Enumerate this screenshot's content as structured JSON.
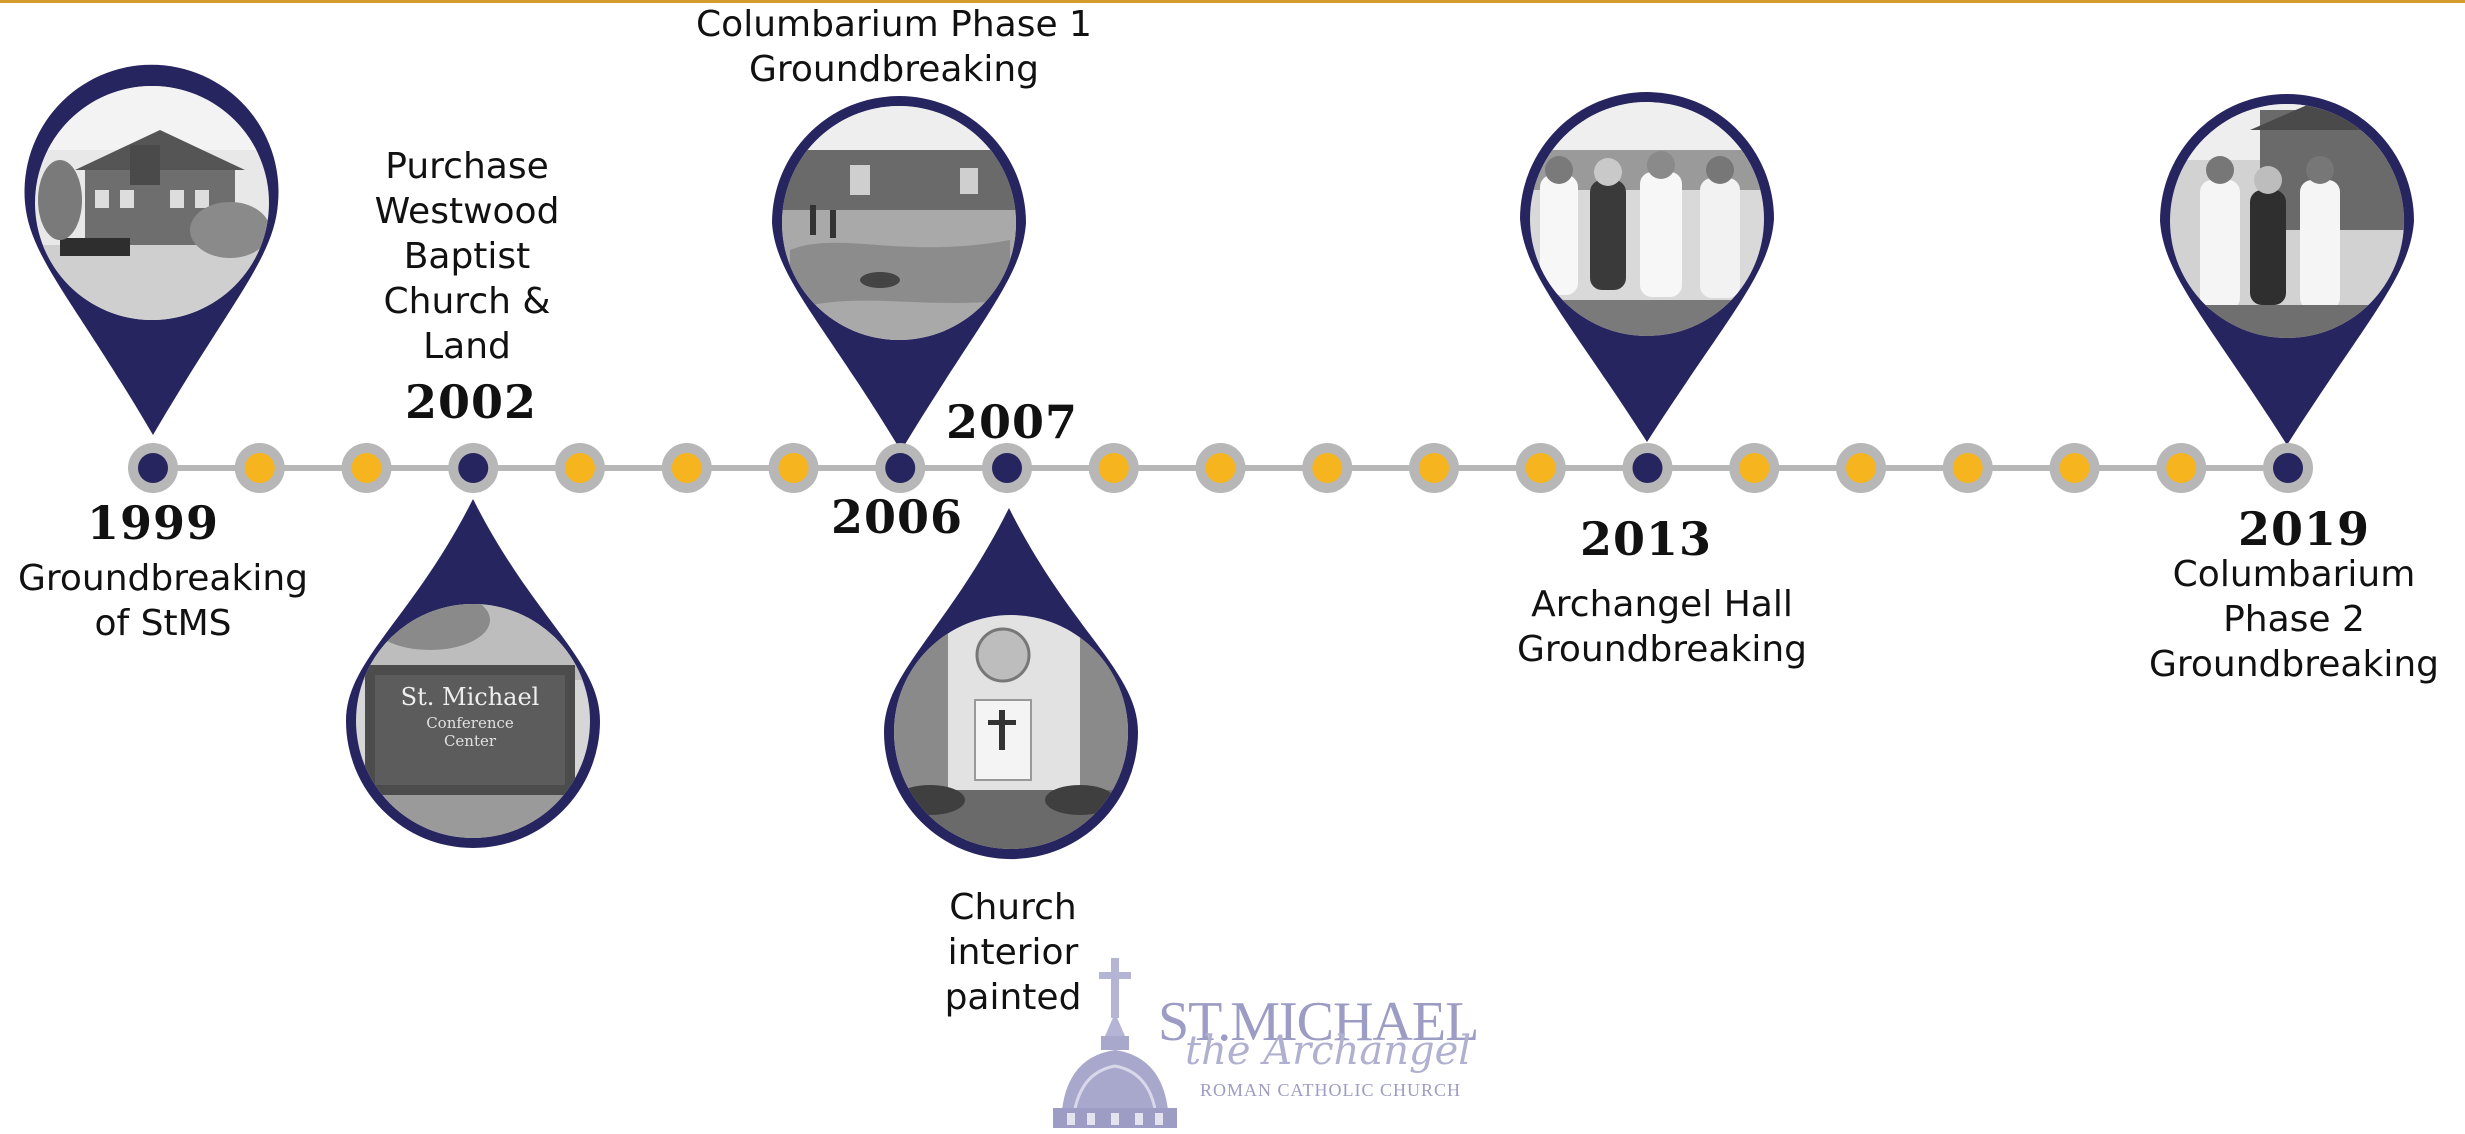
{
  "colors": {
    "navy": "#27255f",
    "gold": "#f6b41f",
    "line": "#b7b7b7",
    "rule": "#d49a2a",
    "logo": "#9c9cc4"
  },
  "timeline": {
    "dot_count": 21,
    "milestone_dot_indices": [
      0,
      3,
      7,
      8,
      14,
      20
    ]
  },
  "milestones": [
    {
      "year": "1999",
      "label": "Groundbreaking\nof StMS",
      "dot_index": 0,
      "pin": "up",
      "photo_icon": "school-building-photo-icon"
    },
    {
      "year": "2002",
      "label": "Purchase\nWestwood\nBaptist\nChurch &\nLand",
      "dot_index": 3,
      "pin": "down",
      "photo_icon": "conference-center-sign-photo-icon"
    },
    {
      "year": "2006",
      "label": "Columbarium Phase 1\nGroundbreaking",
      "dot_index": 7,
      "pin": "up",
      "photo_icon": "construction-site-photo-icon"
    },
    {
      "year": "2007",
      "label": "Church\ninterior\npainted",
      "dot_index": 8,
      "pin": "down",
      "photo_icon": "church-interior-photo-icon"
    },
    {
      "year": "2013",
      "label": "Archangel Hall\nGroundbreaking",
      "dot_index": 14,
      "pin": "up",
      "photo_icon": "clergy-groundbreaking-photo-icon"
    },
    {
      "year": "2019",
      "label": "Columbarium\nPhase 2\nGroundbreaking",
      "dot_index": 20,
      "pin": "up",
      "photo_icon": "clergy-with-shovels-photo-icon"
    }
  ],
  "logo": {
    "main": "ST.MICHAEL",
    "script": "the Archangel",
    "sub": "ROMAN CATHOLIC CHURCH",
    "icon": "church-dome-cross-icon"
  }
}
